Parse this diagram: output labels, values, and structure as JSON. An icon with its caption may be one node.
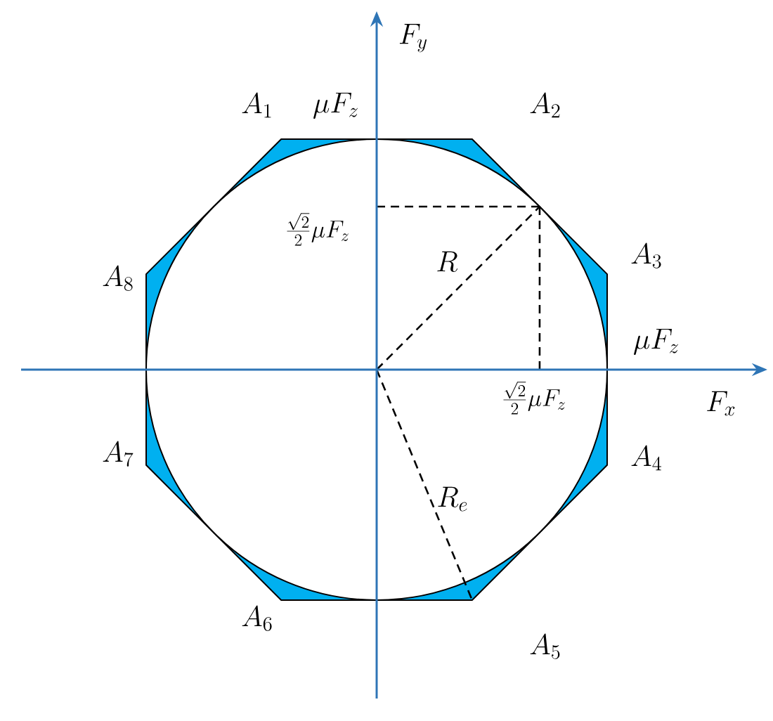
{
  "diagram": {
    "labels": [
      "F_y",
      "A_1",
      "\\mu F_z",
      "A_2",
      "\\frac{\\sqrt{2}}{2}\\mu F_z",
      "A_8",
      "R",
      "A_3",
      "\\mu F_z",
      "\\frac{\\sqrt{2}}{2}\\mu F_z",
      "F_x",
      "A_7",
      "A_4",
      "R_e",
      "A_6",
      "A_5"
    ]
  }
}
